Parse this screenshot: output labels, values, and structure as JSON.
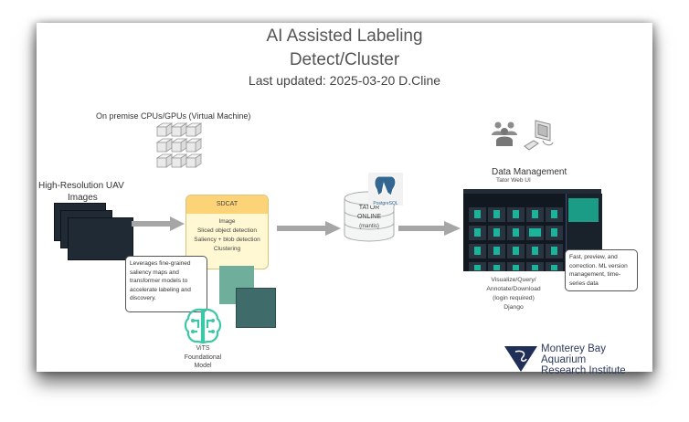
{
  "header": {
    "title_line1": "AI Assisted Labeling",
    "title_line2": "Detect/Cluster",
    "updated": "Last updated: 2025-03-20 D.Cline"
  },
  "compute": {
    "label": "On premise CPUs/GPUs (Virtual Machine)",
    "icon": "server-cubes-icon"
  },
  "input": {
    "label_line1": "High-Resolution UAV",
    "label_line2": "Images"
  },
  "sdcat": {
    "title": "SDCAT",
    "steps": [
      "Image",
      "Sliced object detection",
      "Saliency + blob detection",
      "Clustering"
    ]
  },
  "callout_left": {
    "text": "Leverages fine-grained saliency maps and transformer models to accelerate labeling and discovery."
  },
  "model": {
    "line1": "ViTS",
    "line2": "Foundational",
    "line3": "Model",
    "icon": "brain-circuit-icon"
  },
  "database": {
    "line1": "TATOR",
    "line2": "ONLINE",
    "line3": "(mantis)",
    "badge": "PostgreSQL"
  },
  "data_management": {
    "title": "Data Management",
    "subtitle": "Tator Web UI",
    "caption": [
      "Visualize/Query/",
      "Annotate/Download",
      "(login required)",
      "Django"
    ]
  },
  "callout_right": {
    "text": "Fast, preview, and correction. ML version management, time-series data"
  },
  "logo": {
    "line1": "Monterey Bay Aquarium",
    "line2": "Research Institute"
  },
  "colors": {
    "sdcat_header": "#fdd377",
    "sdcat_body": "#fff8d2",
    "arrow": "#a6a6a6",
    "teal": "#3cc7a6",
    "logo_navy": "#1f2f57"
  }
}
